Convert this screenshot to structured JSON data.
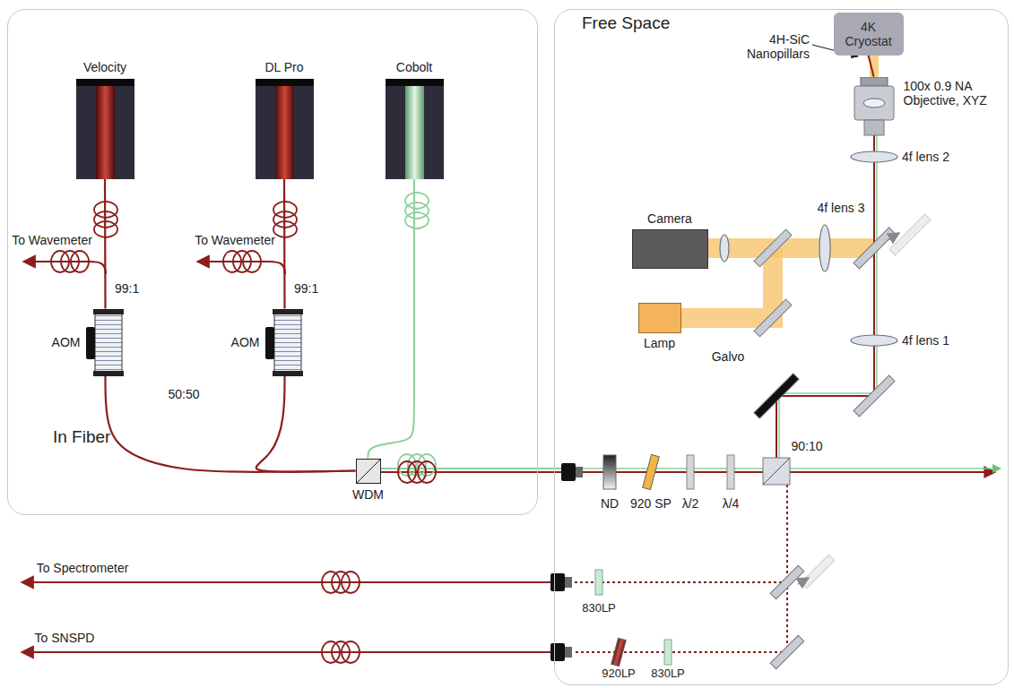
{
  "diagram": {
    "nodes": [
      {
        "text": [
          "In Fiber"
        ]
      },
      {
        "text": [
          "Free Space"
        ]
      },
      {
        "text": [
          "Velocity"
        ],
        "in": 0
      },
      {
        "text": [
          "DL Pro"
        ],
        "in": 0
      },
      {
        "text": [
          "Cobolt"
        ],
        "in": 0
      },
      {
        "text": [
          "AOM"
        ],
        "in": 0
      },
      {
        "text": [
          "AOM"
        ],
        "in": 0
      },
      {
        "text": [
          "WDM"
        ],
        "in": 0
      },
      {
        "text": [
          "4K Cryostat"
        ],
        "in": 1
      },
      {
        "text": [
          "100x 0.9 NA Objective, XYZ"
        ],
        "in": 1
      },
      {
        "text": [
          "Camera"
        ],
        "in": 1
      },
      {
        "text": [
          "Lamp"
        ],
        "in": 1
      }
    ],
    "edges": [
      {
        "from": 2,
        "to": 5,
        "arrow": "none"
      },
      {
        "from": 3,
        "to": 6,
        "arrow": "none"
      },
      {
        "from": 5,
        "to": 7,
        "arrow": "none"
      },
      {
        "from": 6,
        "to": 7,
        "arrow": "none"
      },
      {
        "from": 4,
        "to": 7,
        "arrow": "none"
      },
      {
        "from": 9,
        "to": 8,
        "arrow": "none"
      }
    ],
    "labels": [
      "To Wavemeter",
      "99:1",
      "To Wavemeter",
      "99:1",
      "50:50",
      "4H-SiC Nanopillars",
      "4f lens 2",
      "4f lens 3",
      "4f lens 1",
      "Galvo",
      "ND",
      "920 SP",
      "λ/2",
      "λ/4",
      "90:10",
      "To Spectrometer",
      "To SNSPD",
      "830LP",
      "920LP",
      "830LP"
    ]
  }
}
